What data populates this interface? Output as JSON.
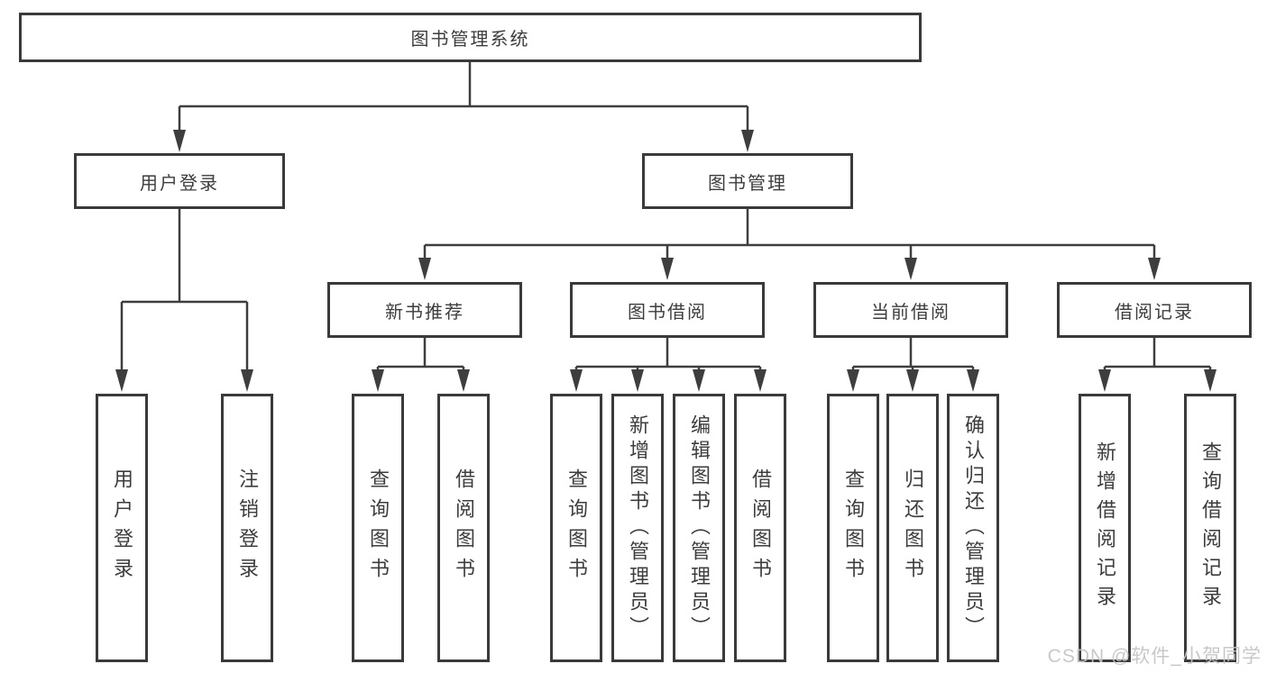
{
  "diagram": {
    "tree": {
      "label": "图书管理系统",
      "children": [
        {
          "label": "用户登录",
          "children": [
            {
              "label": "用户登录"
            },
            {
              "label": "注销登录"
            }
          ]
        },
        {
          "label": "图书管理",
          "children": [
            {
              "label": "新书推荐",
              "children": [
                {
                  "label": "查询图书"
                },
                {
                  "label": "借阅图书"
                }
              ]
            },
            {
              "label": "图书借阅",
              "children": [
                {
                  "label": "查询图书"
                },
                {
                  "label": "新增图书（管理员）"
                },
                {
                  "label": "编辑图书（管理员）"
                },
                {
                  "label": "借阅图书"
                }
              ]
            },
            {
              "label": "当前借阅",
              "children": [
                {
                  "label": "查询图书"
                },
                {
                  "label": "归还图书"
                },
                {
                  "label": "确认归还（管理员）"
                }
              ]
            },
            {
              "label": "借阅记录",
              "children": [
                {
                  "label": "新增借阅记录"
                },
                {
                  "label": "查询借阅记录"
                }
              ]
            }
          ]
        }
      ]
    }
  },
  "watermark": {
    "text": "CSDN @软件_小贺同学"
  },
  "colors": {
    "line": "#3e3e3e",
    "box_border": "#3a3a3a",
    "text": "#3d3d3d",
    "watermark": "#c5c4c4",
    "background": "#ffffff"
  }
}
